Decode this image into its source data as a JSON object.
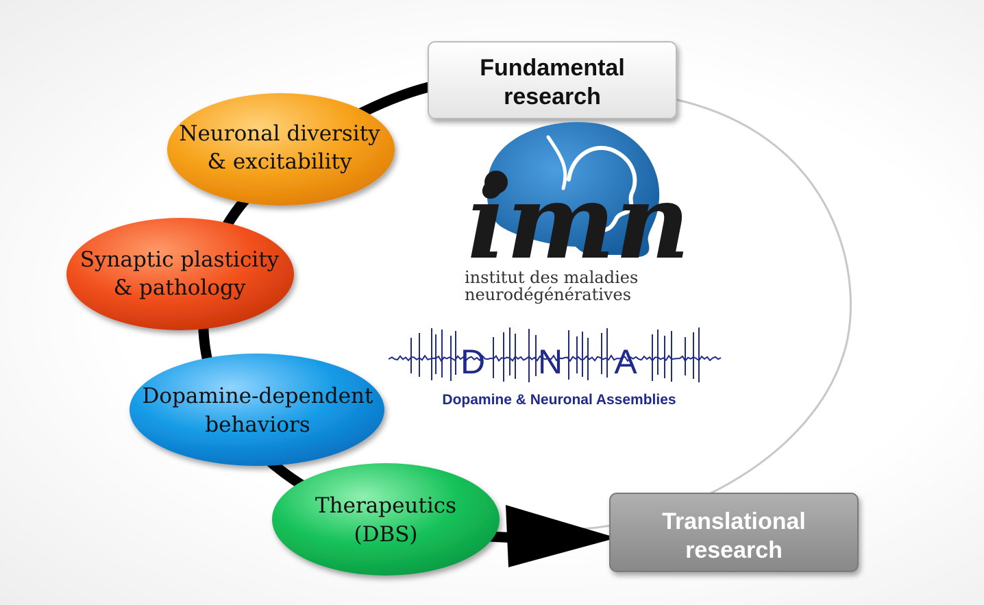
{
  "boxes": {
    "fundamental": {
      "line1": "Fundamental",
      "line2": "research"
    },
    "translational": {
      "line1": "Translational",
      "line2": "research"
    }
  },
  "nodes": [
    {
      "line1": "Neuronal diversity",
      "line2": "& excitability",
      "color": "#f7a21b"
    },
    {
      "line1": "Synaptic plasticity",
      "line2": "& pathology",
      "color": "#f2511d"
    },
    {
      "line1": "Dopamine-dependent",
      "line2": "behaviors",
      "color": "#159be6"
    },
    {
      "line1": "Therapeutics",
      "line2": "(DBS)",
      "color": "#17c25a"
    }
  ],
  "imn_logo": {
    "mark": "imn",
    "line1": "institut des maladies",
    "line2": "neurodégénératives",
    "color": "#1f6fb5"
  },
  "dna_logo": {
    "letters": [
      "D",
      "N",
      "A"
    ],
    "subtitle": "Dopamine & Neuronal Assemblies",
    "color": "#1f2a8a"
  },
  "colors": {
    "arrow": "#000000",
    "return_curve": "#c8c8c8",
    "fundamental_box": "#f4f4f4",
    "translational_box": "#9a9a9a"
  }
}
